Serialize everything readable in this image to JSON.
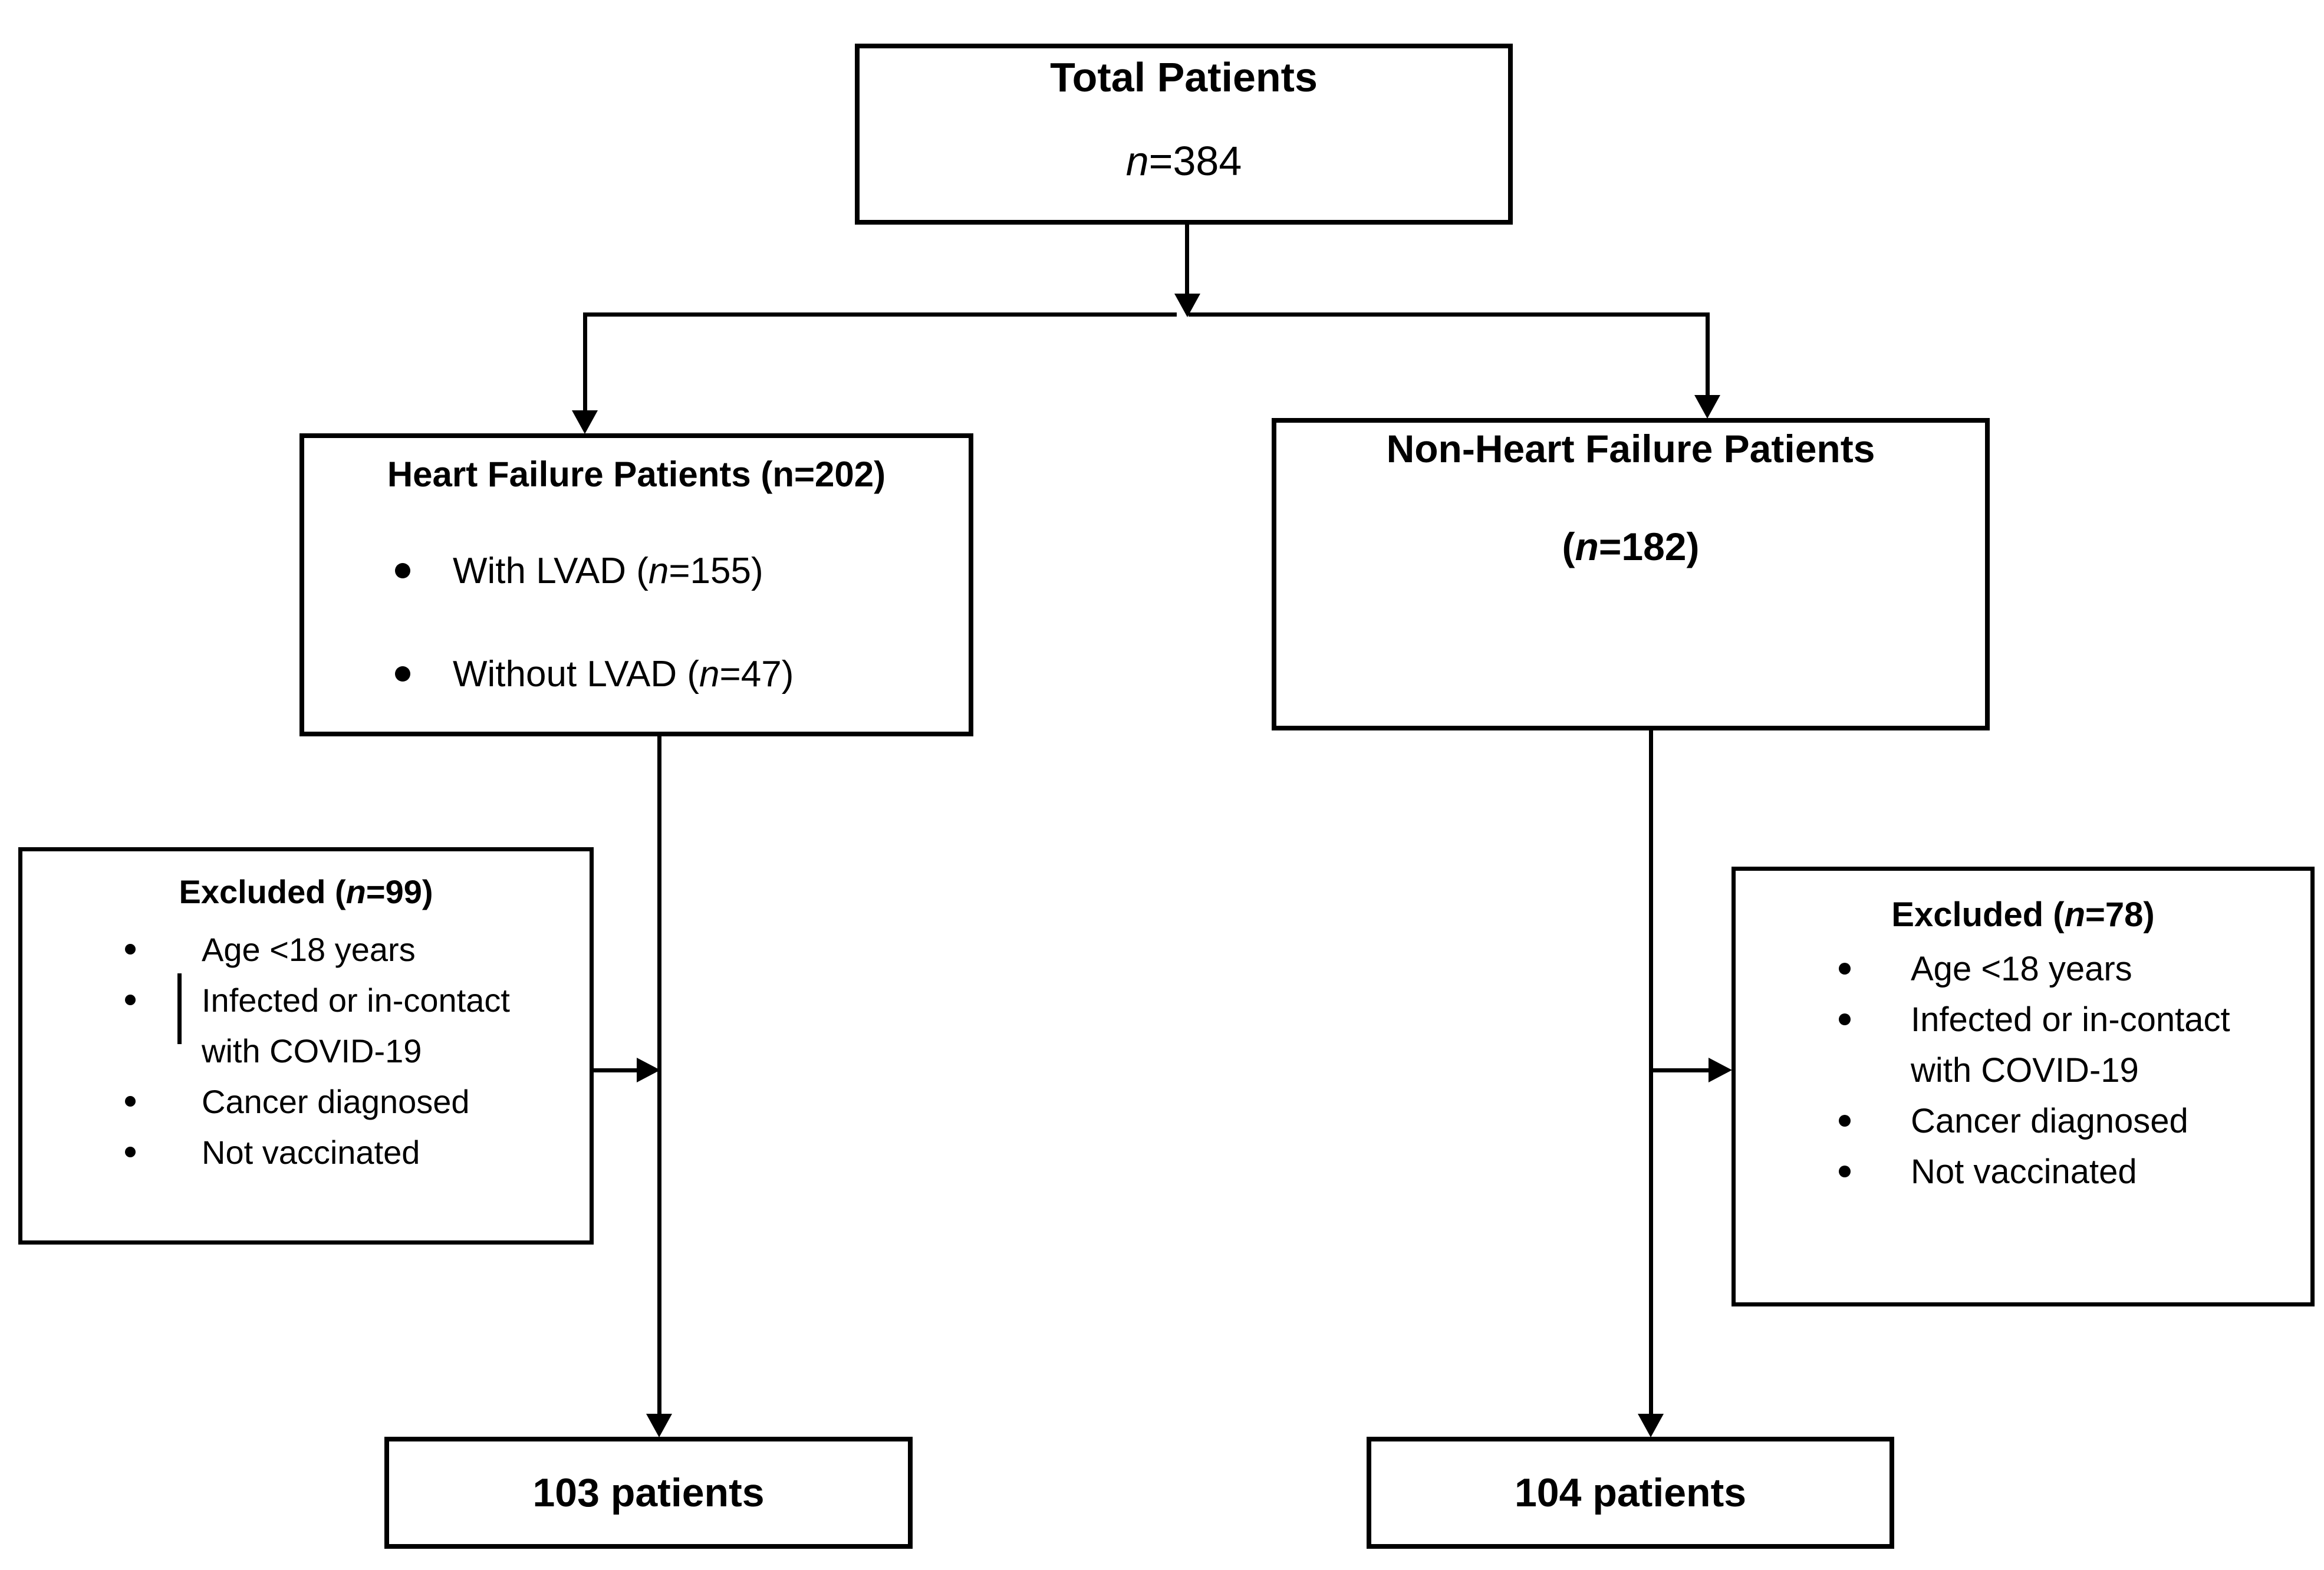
{
  "colors": {
    "background": "#ffffff",
    "line": "#000000",
    "text": "#000000"
  },
  "total_box": {
    "title": "Total Patients",
    "count_var": "n",
    "count_rest": "=384"
  },
  "hf_box": {
    "title": "Heart Failure Patients (n=202)",
    "bullets": [
      {
        "pre": "With LVAD (",
        "var": "n",
        "rest": "=155)"
      },
      {
        "pre": "Without LVAD (",
        "var": "n",
        "rest": "=47)"
      }
    ]
  },
  "nonhf_box": {
    "title": "Non-Heart Failure Patients",
    "count_pre": "(",
    "count_var": "n",
    "count_rest": "=182)"
  },
  "excluded_left_box": {
    "title_pre": "Excluded (",
    "title_var": "n",
    "title_rest": "=99)",
    "items": [
      "Age <18 years",
      "Infected or in-contact",
      "with COVID-19",
      "Cancer diagnosed",
      "Not vaccinated"
    ]
  },
  "excluded_right_box": {
    "title_pre": "Excluded (",
    "title_var": "n",
    "title_rest": "=78)",
    "items": [
      "Age <18 years",
      "Infected or in-contact",
      "with COVID-19",
      "Cancer diagnosed",
      "Not vaccinated"
    ]
  },
  "outcome_left_box": {
    "label": "103 patients"
  },
  "outcome_right_box": {
    "label": "104 patients"
  }
}
